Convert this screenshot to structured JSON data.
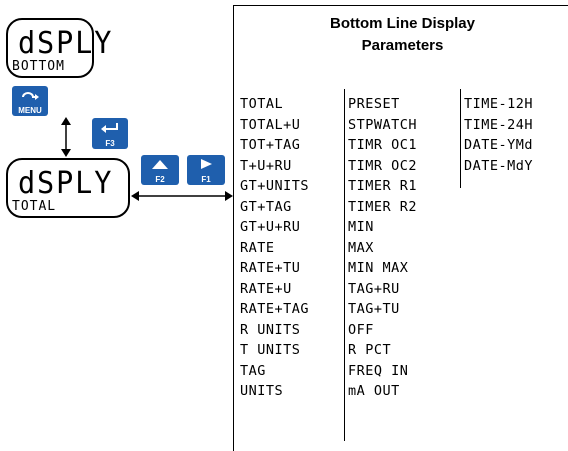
{
  "top_display": {
    "main": "dSPLY",
    "sub": "BOTTOM"
  },
  "lower_display": {
    "main": "dSPLY",
    "sub": "TOTAL"
  },
  "keys": {
    "menu": "MENU",
    "f3": "F3",
    "f2": "F2",
    "f1": "F1"
  },
  "panel": {
    "title_line1": "Bottom Line Display",
    "title_line2": "Parameters",
    "col1": [
      "TOTAL",
      "TOTAL+U",
      "TOT+TAG",
      "T+U+RU",
      "GT+UNITS",
      "GT+TAG",
      "GT+U+RU",
      "RATE",
      "RATE+TU",
      "RATE+U",
      "RATE+TAG",
      "R UNITS",
      "T UNITS",
      "TAG",
      "UNITS"
    ],
    "col2": [
      "PRESET",
      "STPWATCH",
      "TIMR OC1",
      "TIMR OC2",
      "TIMER R1",
      "TIMER R2",
      "MIN",
      "MAX",
      "MIN MAX",
      "TAG+RU",
      "TAG+TU",
      "OFF",
      "R PCT",
      "FREQ IN",
      "mA OUT"
    ],
    "col3": [
      "TIME-12H",
      "TIME-24H",
      "DATE-YMd",
      "DATE-MdY"
    ]
  },
  "colors": {
    "key_blue": "#1f5fad"
  }
}
